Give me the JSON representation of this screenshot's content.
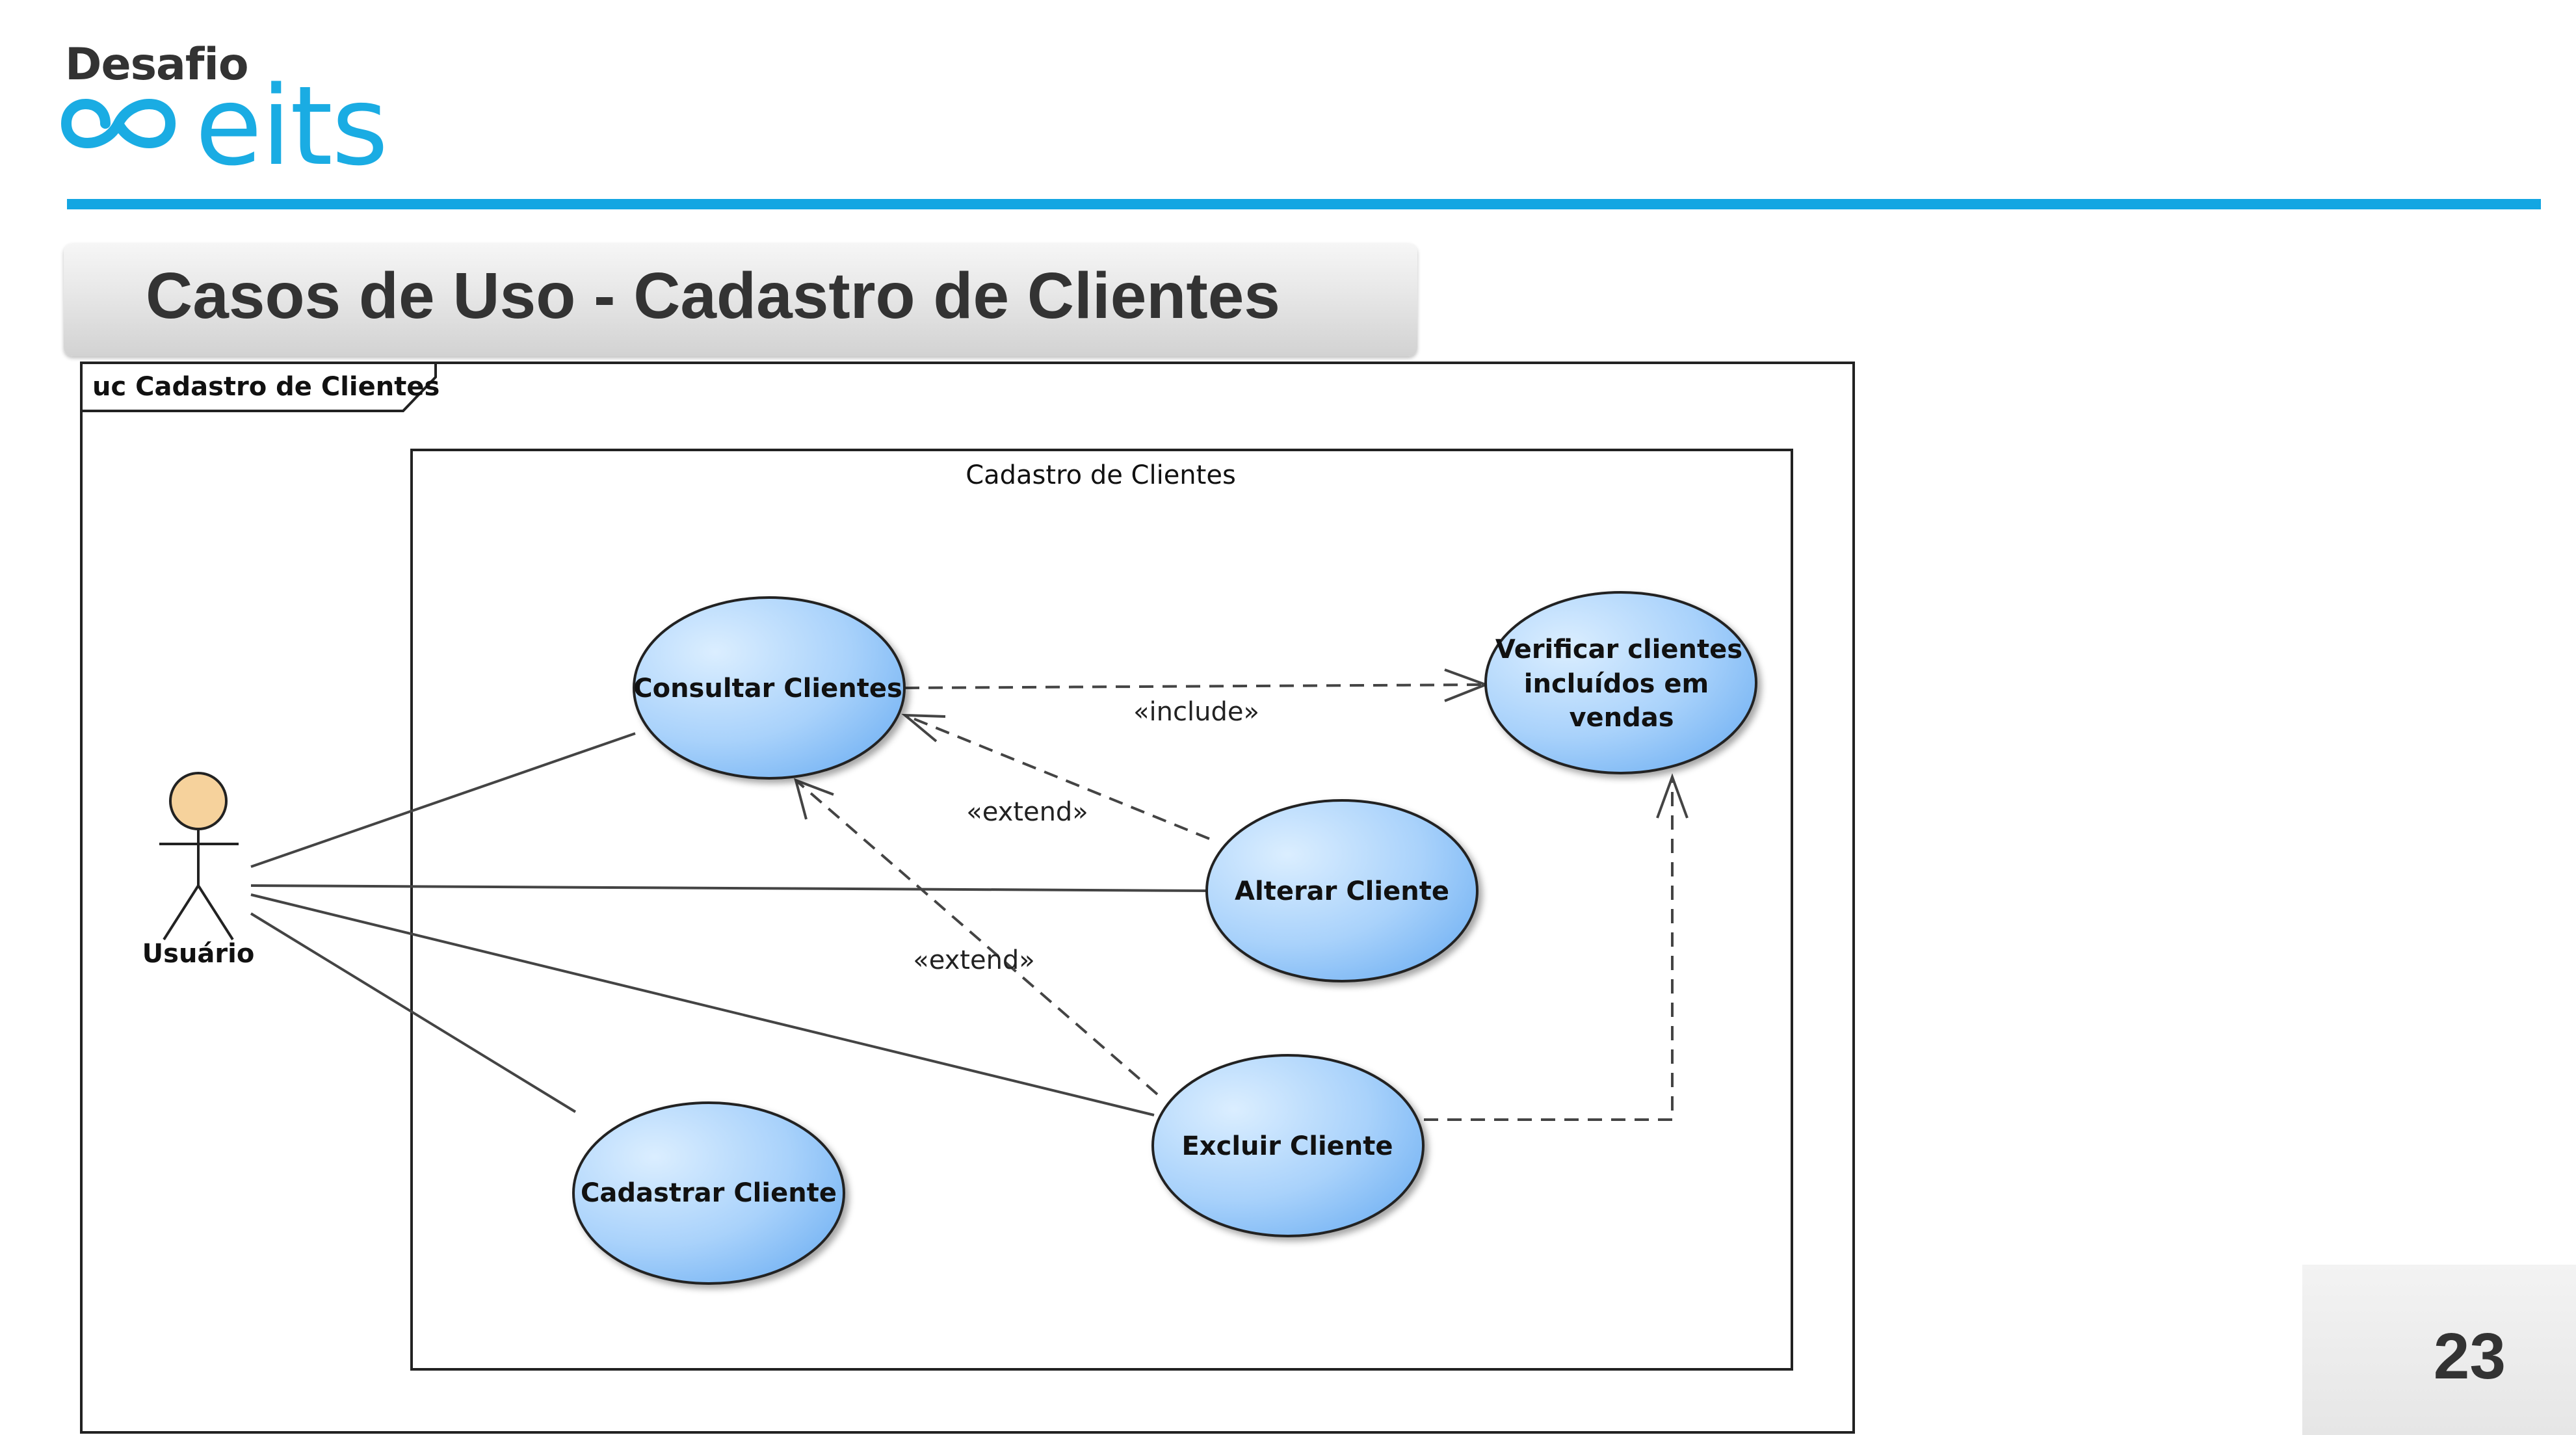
{
  "brand": {
    "top_word": "Desafio",
    "main_word": "eits",
    "accent_color": "#13a6e2"
  },
  "slide": {
    "title": "Casos de Uso - Cadastro de Clientes",
    "page_number": "23"
  },
  "diagram": {
    "frame_label": "uc Cadastro de Clientes",
    "system_boundary_label": "Cadastro de Clientes",
    "actor": {
      "name": "Usuário"
    },
    "use_cases": {
      "consultar": "Consultar Clientes",
      "verificar_line1": "Verificar clientes",
      "verificar_line2": "incluídos em",
      "verificar_line3": "vendas",
      "alterar": "Alterar Cliente",
      "excluir": "Excluir Cliente",
      "cadastrar": "Cadastrar Cliente"
    },
    "relationships": {
      "include_label": "«include»",
      "extend_label_alterar": "«extend»",
      "extend_label_excluir": "«extend»"
    },
    "colors": {
      "use_case_fill_light": "#d6ebff",
      "use_case_fill_dark": "#7cb8f5",
      "actor_head": "#f6d29c",
      "line": "#444444"
    }
  }
}
